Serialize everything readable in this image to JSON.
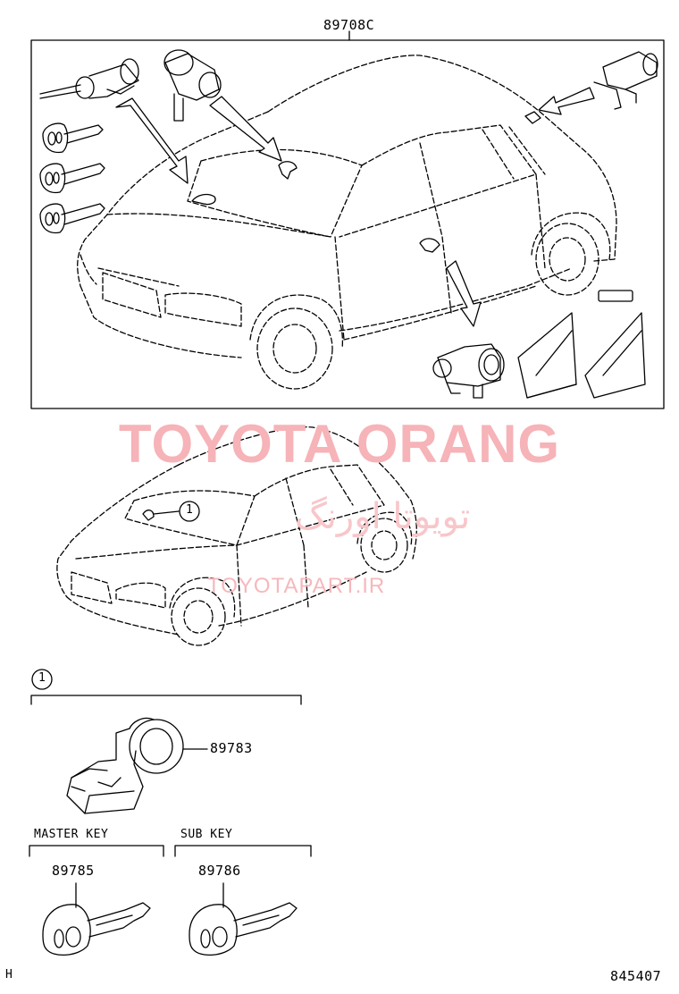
{
  "assembly_number": "89708C",
  "callout_number": "1",
  "parts": {
    "lock_cylinder": "89783",
    "master_key_number": "89785",
    "sub_key_number": "89786"
  },
  "section_labels": {
    "master_key": "MASTER KEY",
    "sub_key": "SUB KEY"
  },
  "footer": {
    "left_code": "H",
    "diagram_code": "845407"
  },
  "watermark": {
    "brand": "TOYOTA ORANG",
    "persian": "تویوتا اورنگ",
    "url": "TOYOTAPART.IR",
    "color": "#f6b3b8"
  }
}
